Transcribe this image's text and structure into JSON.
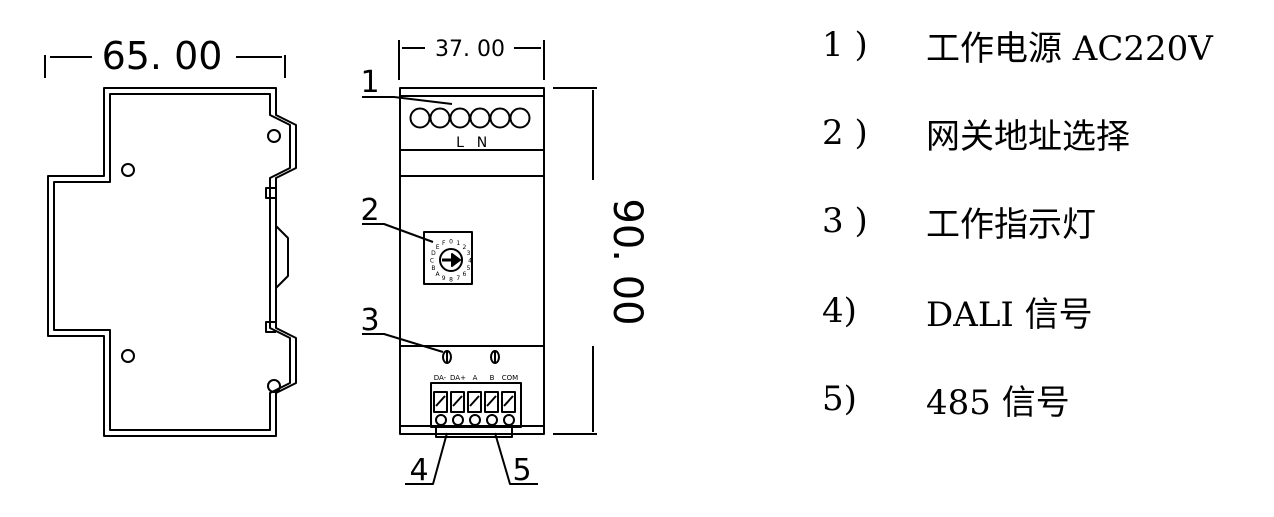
{
  "dimensions": {
    "side_width": "65. 00",
    "front_width": "37. 00",
    "front_height": "90. 00"
  },
  "callouts": [
    "1",
    "2",
    "3",
    "4",
    "5"
  ],
  "terminal_labels": [
    "L",
    "N"
  ],
  "bottom_terminal_labels": [
    "DA-",
    "DA+",
    "A",
    "B",
    "COM"
  ],
  "dial_characters": "0123456789ABCDEF",
  "legend": [
    {
      "num": "1 )",
      "text": "工作电源 AC220V"
    },
    {
      "num": "2 )",
      "text": "网关地址选择"
    },
    {
      "num": "3 )",
      "text": "工作指示灯"
    },
    {
      "num": "4)",
      "text": "DALI 信号"
    },
    {
      "num": "5)",
      "text": "485 信号"
    }
  ]
}
